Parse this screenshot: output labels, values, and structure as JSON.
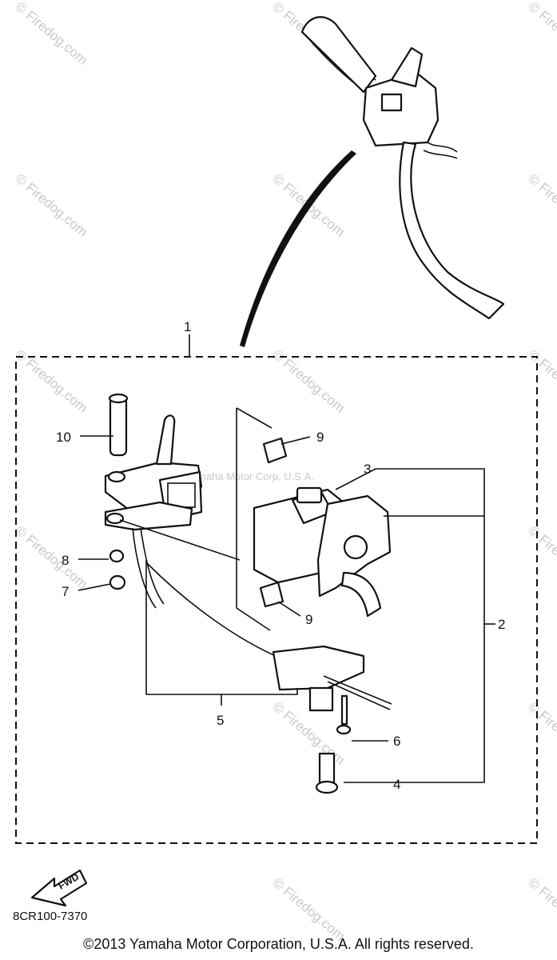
{
  "diagram": {
    "callouts": {
      "c1": "1",
      "c2": "2",
      "c3": "3",
      "c4": "4",
      "c5": "5",
      "c6": "6",
      "c7": "7",
      "c8": "8",
      "c9a": "9",
      "c9b": "9",
      "c10": "10"
    },
    "fwd_label": "FWD",
    "part_code": "8CR100-7370",
    "watermark": "© Firedog.com",
    "watermark_center": "Yamaha Motor Corp, U.S.A."
  },
  "footer": {
    "copyright": "©2013 Yamaha Motor Corporation, U.S.A. All rights reserved."
  }
}
